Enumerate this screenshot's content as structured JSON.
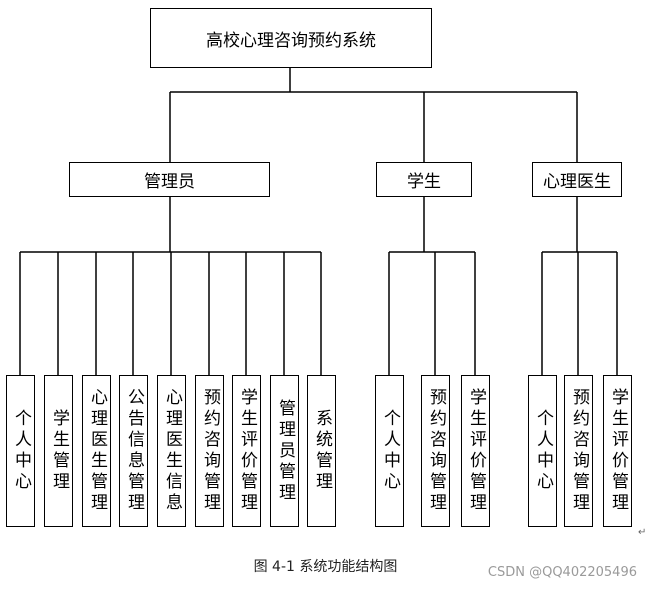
{
  "diagram": {
    "title": "高校心理咨询预约系统",
    "categories": [
      {
        "id": "admin",
        "label": "管理员",
        "children": [
          "个人中心",
          "学生管理",
          "心理医生管理",
          "公告信息管理",
          "心理医生信息",
          "预约咨询管理",
          "学生评价管理",
          "管理员管理",
          "系统管理"
        ]
      },
      {
        "id": "student",
        "label": "学生",
        "children": [
          "个人中心",
          "预约咨询管理",
          "学生评价管理"
        ]
      },
      {
        "id": "doctor",
        "label": "心理医生",
        "children": [
          "个人中心",
          "预约咨询管理",
          "学生评价管理"
        ]
      }
    ]
  },
  "caption": "图 4-1  系统功能结构图",
  "watermark": "CSDN @QQ402205496",
  "return_mark": "↵"
}
